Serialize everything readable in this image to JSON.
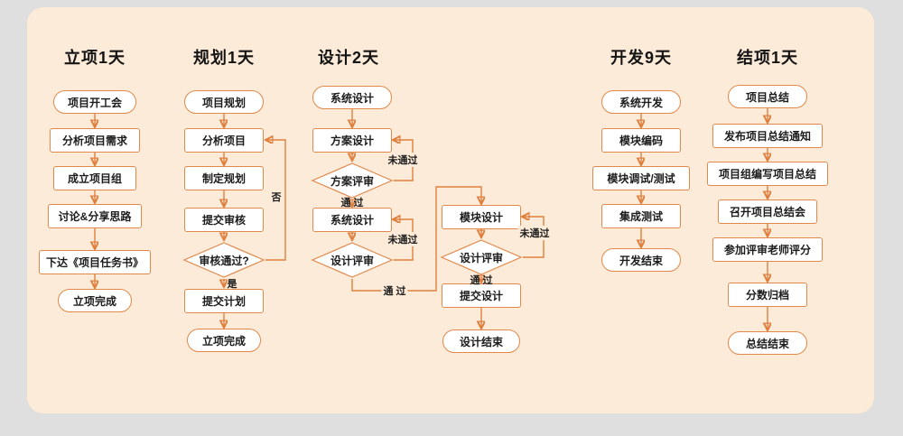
{
  "page": {
    "bg_color": "#dfdfdf",
    "panel_color": "#fcebd8",
    "accent_color": "#df7f3e",
    "node_border_color": "#e2884a"
  },
  "columns": [
    {
      "title": "立项1天",
      "nodes": [
        {
          "label": "项目开工会",
          "shape": "stadium"
        },
        {
          "label": "分析项目需求",
          "shape": "rect"
        },
        {
          "label": "成立项目组",
          "shape": "rect"
        },
        {
          "label": "讨论&分享思路",
          "shape": "rect"
        },
        {
          "label": "下达《项目任务书》",
          "shape": "rect"
        },
        {
          "label": "立项完成",
          "shape": "stadium"
        }
      ]
    },
    {
      "title": "规划1天",
      "nodes": [
        {
          "label": "项目规划",
          "shape": "stadium"
        },
        {
          "label": "分析项目",
          "shape": "rect"
        },
        {
          "label": "制定规划",
          "shape": "rect"
        },
        {
          "label": "提交审核",
          "shape": "rect"
        },
        {
          "label": "审核通过?",
          "shape": "diamond"
        },
        {
          "label": "提交计划",
          "shape": "rect"
        },
        {
          "label": "立项完成",
          "shape": "stadium"
        }
      ]
    },
    {
      "title": "设计2天",
      "nodes": [
        {
          "label": "系统设计",
          "shape": "stadium"
        },
        {
          "label": "方案设计",
          "shape": "rect"
        },
        {
          "label": "方案评审",
          "shape": "diamond"
        },
        {
          "label": "系统设计",
          "shape": "rect"
        },
        {
          "label": "设计评审",
          "shape": "diamond"
        },
        {
          "label": "模块设计",
          "shape": "rect"
        },
        {
          "label": "设计评审",
          "shape": "diamond"
        },
        {
          "label": "提交设计",
          "shape": "rect"
        },
        {
          "label": "设计结束",
          "shape": "stadium"
        }
      ]
    },
    {
      "title": "开发9天",
      "nodes": [
        {
          "label": "系统开发",
          "shape": "stadium"
        },
        {
          "label": "模块编码",
          "shape": "rect"
        },
        {
          "label": "模块调试/测试",
          "shape": "rect"
        },
        {
          "label": "集成测试",
          "shape": "rect"
        },
        {
          "label": "开发结束",
          "shape": "stadium"
        }
      ]
    },
    {
      "title": "结项1天",
      "nodes": [
        {
          "label": "项目总结",
          "shape": "stadium"
        },
        {
          "label": "发布项目总结通知",
          "shape": "rect"
        },
        {
          "label": "项目组编写项目总结",
          "shape": "rect"
        },
        {
          "label": "召开项目总结会",
          "shape": "rect"
        },
        {
          "label": "参加评审老师评分",
          "shape": "rect"
        },
        {
          "label": "分数归档",
          "shape": "rect"
        },
        {
          "label": "总结结束",
          "shape": "stadium"
        }
      ]
    }
  ],
  "edge_labels": {
    "plan_no": "否",
    "plan_yes": "是",
    "scheme_fail": "未通过",
    "scheme_pass": "通 过",
    "system_fail": "未通过",
    "design_pass": "通 过",
    "module_fail": "未通过",
    "module_pass": "通 过"
  }
}
